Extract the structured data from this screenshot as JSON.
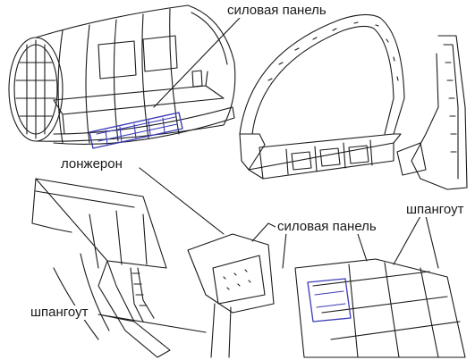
{
  "labels": {
    "power_panel_top": "силовая панель",
    "spar": "лонжерон",
    "power_panel_bottom": "силовая панель",
    "frame_right": "шпангоут",
    "frame_left": "шпангоут"
  },
  "colors": {
    "ink": "#1a1a1a",
    "highlight": "#3b3bb8",
    "background": "#ffffff"
  }
}
